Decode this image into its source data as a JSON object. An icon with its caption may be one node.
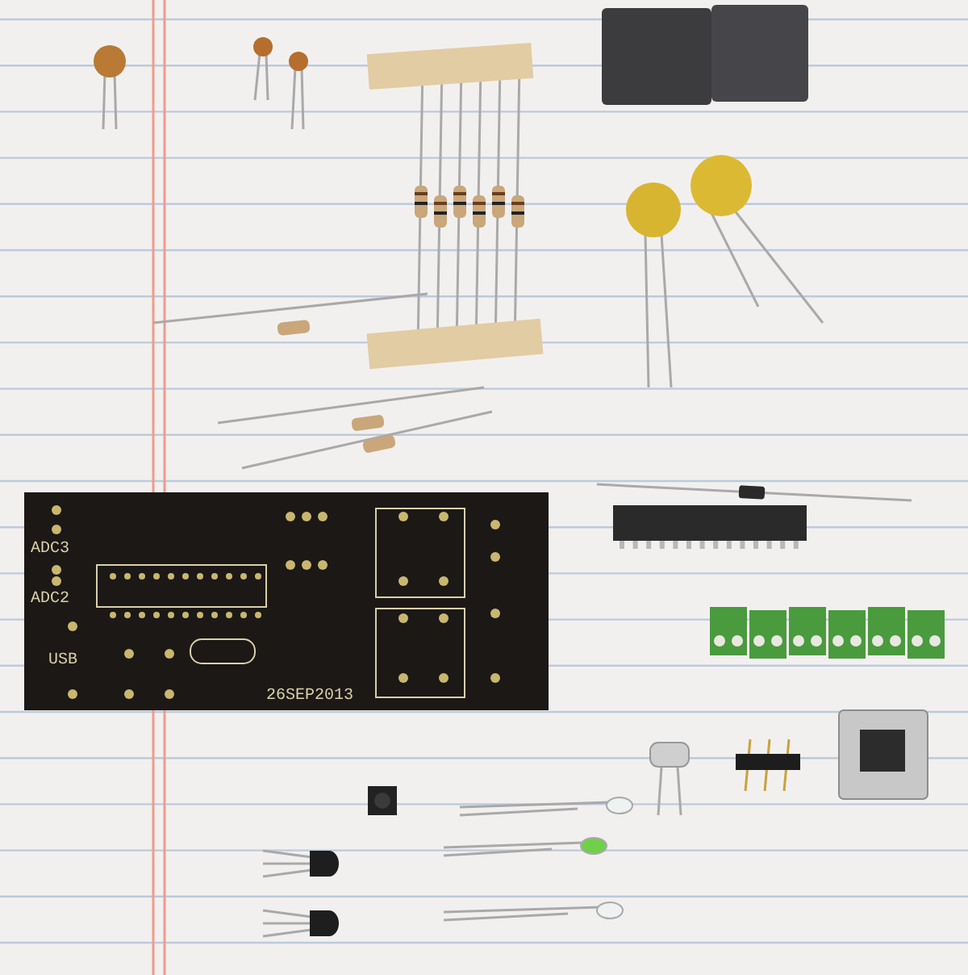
{
  "diagram": {
    "labels": [
      "ADC3",
      "ADC2",
      "USB",
      "26SEP2013"
    ]
  }
}
